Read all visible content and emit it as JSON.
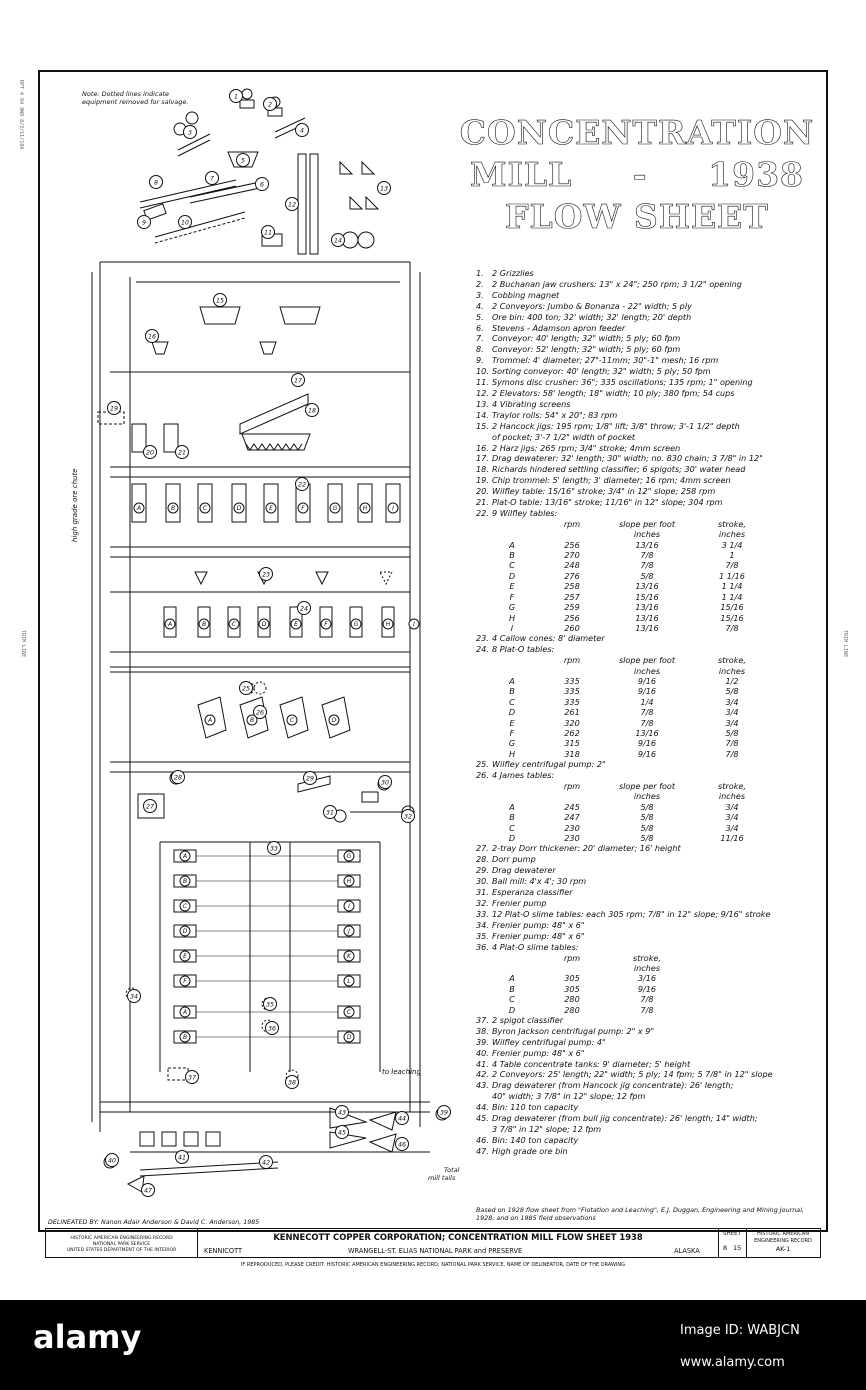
{
  "margin": {
    "left_top": "RPT 4 84 8W8 8/2/11/10A",
    "left_mid": "TRIM LINE",
    "right_mid": "TRIM LINE"
  },
  "diagram": {
    "note": [
      "Note: Dotted lines indicate",
      "equipment removed for salvage."
    ],
    "side_label": "high grade ore chute",
    "leaching_label": "to leaching",
    "tails_label": [
      "Total",
      "mill tails"
    ],
    "letters_top": [
      "A",
      "B",
      "C",
      "D",
      "E",
      "F",
      "G",
      "H",
      "I"
    ],
    "letters_mid": [
      "A",
      "B",
      "C",
      "D",
      "E",
      "F",
      "G",
      "H",
      "I"
    ],
    "letters_plato": [
      "A",
      "B",
      "C",
      "D"
    ],
    "letters_slime_left": [
      "A",
      "B",
      "C",
      "D",
      "E",
      "F",
      "A",
      "B"
    ],
    "letters_slime_right": [
      "G",
      "H",
      "I",
      "J",
      "K",
      "L",
      "C",
      "D"
    ],
    "callouts": [
      "1",
      "2",
      "3",
      "4",
      "5",
      "6",
      "7",
      "8",
      "9",
      "10",
      "11",
      "12",
      "13",
      "14",
      "15",
      "16",
      "17",
      "18",
      "19",
      "20",
      "21",
      "22",
      "23",
      "24",
      "25",
      "26",
      "27",
      "28",
      "29",
      "30",
      "31",
      "32",
      "33",
      "34",
      "35",
      "36",
      "37",
      "38",
      "39",
      "40",
      "41",
      "42",
      "43",
      "44",
      "45",
      "46",
      "47"
    ]
  },
  "title": {
    "line1": "CONCENTRATION",
    "line2a": "MILL",
    "line2b": "-",
    "line2c": "1938",
    "line3": "FLOW SHEET"
  },
  "legend": {
    "items_a": [
      {
        "n": "1.",
        "t": "2 Grizzlies"
      },
      {
        "n": "2.",
        "t": "2 Buchanan jaw crushers: 13\" x 24\"; 250 rpm; 3 1/2\" opening"
      },
      {
        "n": "3.",
        "t": "Cobbing magnet"
      },
      {
        "n": "4.",
        "t": "2 Conveyors: Jumbo & Bonanza - 22\" width; 5 ply"
      },
      {
        "n": "5.",
        "t": "Ore bin: 400 ton; 32' width; 32' length; 20' depth"
      },
      {
        "n": "6.",
        "t": "Stevens - Adamson apron feeder"
      },
      {
        "n": "7.",
        "t": "Conveyor: 40' length; 32\" width; 5 ply; 60 fpm"
      },
      {
        "n": "8.",
        "t": "Conveyor: 52' length; 32\" width; 5 ply; 60 fpm"
      },
      {
        "n": "9.",
        "t": "Trommel: 4' diameter; 27\"-11mm; 30\"-1\" mesh; 16 rpm"
      },
      {
        "n": "10.",
        "t": "Sorting conveyor: 40' length; 32\" width; 5 ply; 50 fpm"
      },
      {
        "n": "11.",
        "t": "Symons disc crusher: 36\"; 335 oscillations; 135 rpm; 1\" opening"
      },
      {
        "n": "12.",
        "t": "2 Elevators: 58' length; 18\" width; 10 ply; 380 fpm; 54 cups"
      },
      {
        "n": "13.",
        "t": "4 Vibrating screens"
      },
      {
        "n": "14.",
        "t": "Traylor rolls: 54\" x 20\"; 83 rpm"
      },
      {
        "n": "15.",
        "t": "2 Hancock jigs: 195 rpm; 1/8\" lift; 3/8\" throw; 3'-1 1/2\" depth"
      },
      {
        "n": "",
        "t": "of pocket; 3'-7 1/2\" width of pocket"
      },
      {
        "n": "16.",
        "t": "2 Harz jigs: 265 rpm; 3/4\" stroke; 4mm screen"
      },
      {
        "n": "17.",
        "t": "Drag dewaterer: 32' length; 30\" width; no. 830 chain; 3 7/8\" in 12\""
      },
      {
        "n": "18.",
        "t": "Richards hindered settling classifier; 6 spigots; 30' water head"
      },
      {
        "n": "19.",
        "t": "Chip trommel: 5' length; 3' diameter; 16 rpm; 4mm screen"
      },
      {
        "n": "20.",
        "t": "Wilfley table: 15/16\" stroke; 3/4\" in 12\" slope; 258 rpm"
      },
      {
        "n": "21.",
        "t": "Plat-O table: 13/16\" stroke; 11/16\" in 12\" slope; 304 rpm"
      },
      {
        "n": "22.",
        "t": "9 Wilfley tables:"
      }
    ],
    "table22": {
      "head1": [
        "",
        "rpm",
        "slope per foot",
        "stroke,"
      ],
      "head2": [
        "",
        "",
        "inches",
        "inches"
      ],
      "rows": [
        [
          "A",
          "256",
          "13/16",
          "3 1/4"
        ],
        [
          "B",
          "270",
          "7/8",
          "1"
        ],
        [
          "C",
          "248",
          "7/8",
          "7/8"
        ],
        [
          "D",
          "276",
          "5/8",
          "1 1/16"
        ],
        [
          "E",
          "258",
          "13/16",
          "1 1/4"
        ],
        [
          "F",
          "257",
          "15/16",
          "1 1/4"
        ],
        [
          "G",
          "259",
          "13/16",
          "15/16"
        ],
        [
          "H",
          "256",
          "13/16",
          "15/16"
        ],
        [
          "I",
          "260",
          "13/16",
          "7/8"
        ]
      ]
    },
    "items_b": [
      {
        "n": "23.",
        "t": "4 Callow cones: 8' diameter"
      },
      {
        "n": "24.",
        "t": "8 Plat-O tables:"
      }
    ],
    "table24": {
      "head1": [
        "",
        "rpm",
        "slope per foot",
        "stroke,"
      ],
      "head2": [
        "",
        "",
        "inches",
        "inches"
      ],
      "rows": [
        [
          "A",
          "335",
          "9/16",
          "1/2"
        ],
        [
          "B",
          "335",
          "9/16",
          "5/8"
        ],
        [
          "C",
          "335",
          "1/4",
          "3/4"
        ],
        [
          "D",
          "261",
          "7/8",
          "3/4"
        ],
        [
          "E",
          "320",
          "7/8",
          "3/4"
        ],
        [
          "F",
          "262",
          "13/16",
          "5/8"
        ],
        [
          "G",
          "315",
          "9/16",
          "7/8"
        ],
        [
          "H",
          "318",
          "9/16",
          "7/8"
        ]
      ]
    },
    "items_c": [
      {
        "n": "25.",
        "t": "Wilfley centrifugal pump: 2\""
      },
      {
        "n": "26.",
        "t": "4 James tables:"
      }
    ],
    "table26": {
      "head1": [
        "",
        "rpm",
        "slope per foot",
        "stroke,"
      ],
      "head2": [
        "",
        "",
        "inches",
        "inches"
      ],
      "rows": [
        [
          "A",
          "245",
          "5/8",
          "3/4"
        ],
        [
          "B",
          "247",
          "5/8",
          "3/4"
        ],
        [
          "C",
          "230",
          "5/8",
          "3/4"
        ],
        [
          "D",
          "230",
          "5/8",
          "11/16"
        ]
      ]
    },
    "items_d": [
      {
        "n": "27.",
        "t": "2-tray Dorr thickener: 20' diameter; 16' height"
      },
      {
        "n": "28.",
        "t": "Dorr pump"
      },
      {
        "n": "29.",
        "t": "Drag dewaterer"
      },
      {
        "n": "30.",
        "t": "Ball mill: 4'x 4'; 30 rpm"
      },
      {
        "n": "31.",
        "t": "Esperanza classifier"
      },
      {
        "n": "32.",
        "t": "Frenier pump"
      },
      {
        "n": "33.",
        "t": "12 Plat-O slime tables: each 305 rpm; 7/8\" in 12\" slope; 9/16\" stroke"
      },
      {
        "n": "34.",
        "t": "Frenier pump: 48\" x 6\""
      },
      {
        "n": "35.",
        "t": "Frenier pump: 48\" x 6\""
      },
      {
        "n": "36.",
        "t": "4 Plat-O slime tables:"
      }
    ],
    "table36": {
      "head1": [
        "",
        "rpm",
        "stroke,",
        ""
      ],
      "head2": [
        "",
        "",
        "inches",
        ""
      ],
      "rows": [
        [
          "A",
          "305",
          "3/16",
          ""
        ],
        [
          "B",
          "305",
          "9/16",
          ""
        ],
        [
          "C",
          "280",
          "7/8",
          ""
        ],
        [
          "D",
          "280",
          "7/8",
          ""
        ]
      ]
    },
    "items_e": [
      {
        "n": "37.",
        "t": "2 spigot classifier"
      },
      {
        "n": "38.",
        "t": "Byron Jackson centrifugal pump: 2\" x 9\""
      },
      {
        "n": "39.",
        "t": "Wilfley centrifugal pump: 4\""
      },
      {
        "n": "40.",
        "t": "Frenier pump: 48\" x 6\""
      },
      {
        "n": "41.",
        "t": "4 Table concentrate tanks: 9' diameter; 5' height"
      },
      {
        "n": "42.",
        "t": "2 Conveyors: 25' length; 22\" width; 5 ply; 14 fpm; 5 7/8\" in 12\" slope"
      },
      {
        "n": "43.",
        "t": "Drag dewaterer (from Hancock jig concentrate): 26' length;"
      },
      {
        "n": "",
        "t": "40\" width; 3 7/8\" in 12\" slope; 12 fpm"
      },
      {
        "n": "44.",
        "t": "Bin: 110 ton capacity"
      },
      {
        "n": "45.",
        "t": "Drag dewaterer (from bull jig concentrate): 26' length; 14\" width;"
      },
      {
        "n": "",
        "t": "3 7/8\" in 12\" slope; 12 fpm"
      },
      {
        "n": "46.",
        "t": "Bin: 140 ton capacity"
      },
      {
        "n": "47.",
        "t": "High grade ore bin"
      }
    ],
    "footnote": "Based on 1928 flow sheet from \"Flotation and Leaching\", E.J. Duggan, Engineering and Mining Journal, 1928, and on 1985 field observations"
  },
  "titleblock": {
    "delineated": "DELINEATED BY:  Nanon Adair Anderson & David C. Anderson, 1985",
    "agency1": "HISTORIC AMERICAN ENGINEERING RECORD",
    "agency2": "NATIONAL PARK SERVICE",
    "agency3": "UNITED STATES DEPARTMENT OF THE INTERIOR",
    "main_title": "KENNECOTT COPPER CORPORATION; CONCENTRATION MILL FLOW SHEET 1938",
    "place": "KENNICOTT",
    "park": "WRANGELL-ST. ELIAS NATIONAL PARK and PRESERVE",
    "state": "ALASKA",
    "sheet_label": "SHEET",
    "sheet_no": "8",
    "sheet_of": "15",
    "record1": "HISTORIC AMERICAN",
    "record2": "ENGINEERING RECORD",
    "record3": "AK-1",
    "repro": "IF REPRODUCED, PLEASE CREDIT: HISTORIC AMERICAN ENGINEERING RECORD, NATIONAL PARK SERVICE, NAME OF DELINEATOR, DATE OF THE DRAWING"
  },
  "watermark": {
    "brand": "alamy",
    "id": "Image ID: WABJCN",
    "url": "www.alamy.com"
  }
}
